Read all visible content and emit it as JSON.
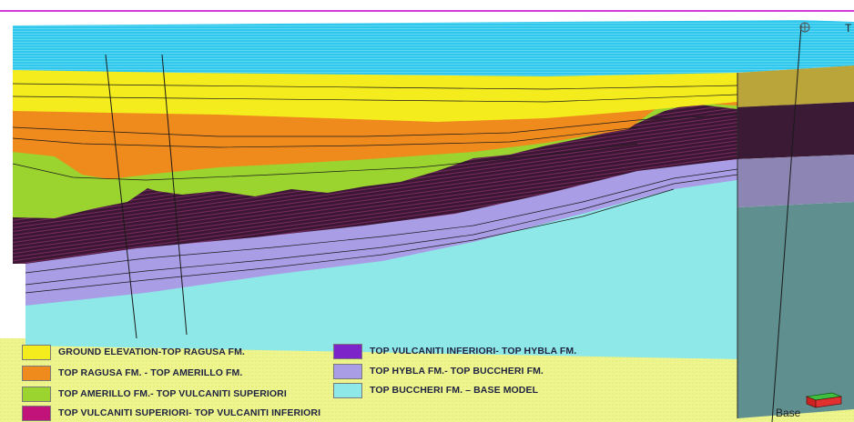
{
  "legend": [
    {
      "label": "GROUND ELEVATION-TOP RAGUSA FM.",
      "color": "#f4ec1d"
    },
    {
      "label": "TOP RAGUSA FM. - TOP AMERILLO FM.",
      "color": "#ef8a1c"
    },
    {
      "label": "TOP AMERILLO FM.- TOP VULCANITI SUPERIORI",
      "color": "#9bd32f"
    },
    {
      "label": "TOP VULCANITI SUPERIORI- TOP VULCANITI INFERIORI",
      "color": "#c2137b"
    },
    {
      "label": "TOP VULCANITI INFERIORI- TOP HYBLA FM.",
      "color": "#7c23c9"
    },
    {
      "label": "TOP HYBLA FM.- TOP BUCCHERI FM.",
      "color": "#a99de6"
    },
    {
      "label": "TOP BUCCHERI FM. – BASE MODEL",
      "color": "#8fe8e8"
    }
  ],
  "edge_labels": {
    "top_right": "T",
    "bottom_right": "Base"
  },
  "icons": {
    "compass": "compass-icon",
    "orientation": "orientation-cube-icon"
  }
}
